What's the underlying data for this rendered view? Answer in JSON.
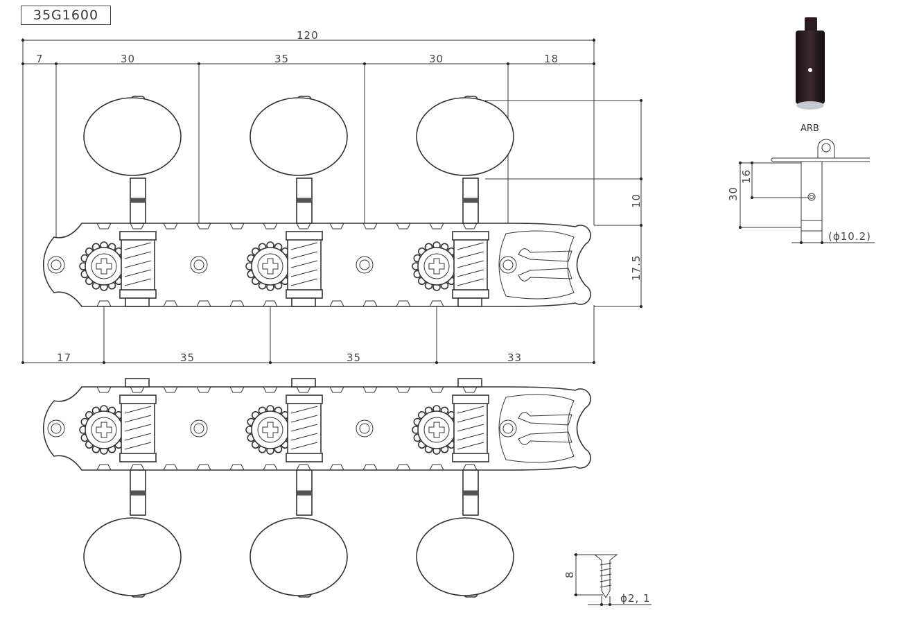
{
  "title": "35G1600",
  "photo_label": "ARB",
  "dims_top": {
    "overall": "120",
    "segments": [
      "7",
      "30",
      "35",
      "30",
      "18"
    ]
  },
  "dims_right": {
    "button": "10",
    "plate": "17.5"
  },
  "dims_bottom": {
    "segments": [
      "17",
      "35",
      "35",
      "33"
    ]
  },
  "inset": {
    "total_height": "30",
    "hole_height": "16",
    "diameter": "(ϕ10.2)"
  },
  "screw": {
    "length": "8",
    "diameter": "ϕ2, 1"
  }
}
